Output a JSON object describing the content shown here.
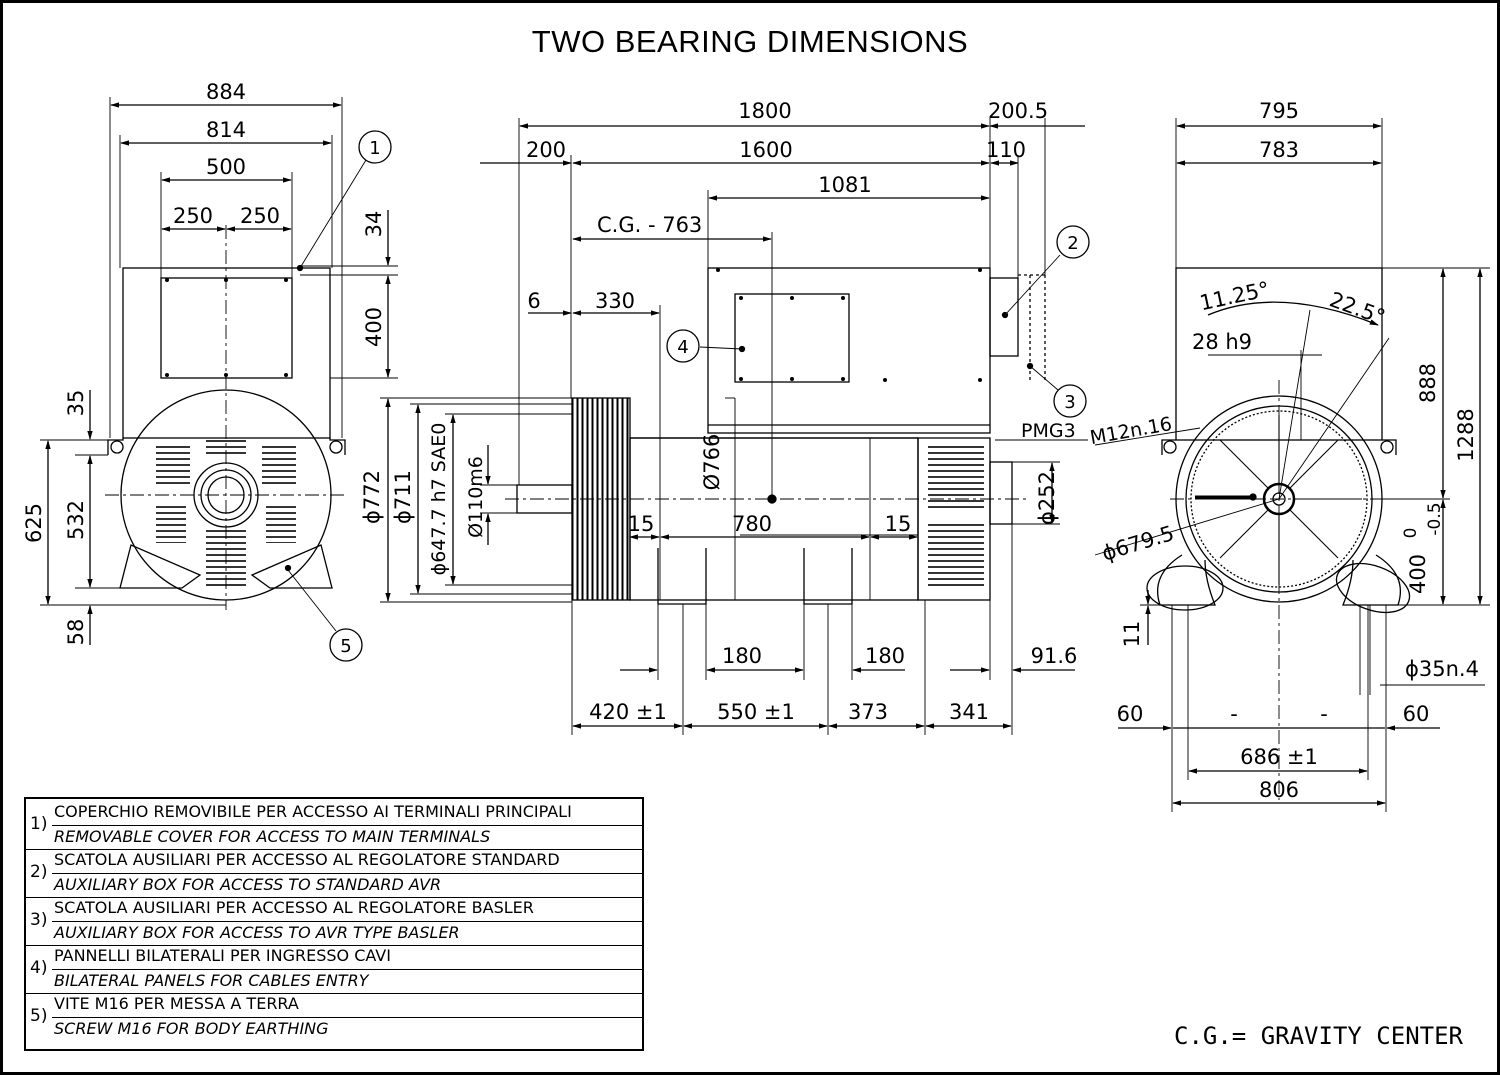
{
  "title": "TWO BEARING DIMENSIONS",
  "cg_note": "C.G.= GRAVITY CENTER",
  "legend": [
    {
      "num": "1)",
      "it": "COPERCHIO REMOVIBILE PER ACCESSO AI TERMINALI PRINCIPALI",
      "en": "REMOVABLE COVER  FOR ACCESS TO MAIN TERMINALS"
    },
    {
      "num": "2)",
      "it": "SCATOLA AUSILIARI PER ACCESSO AL REGOLATORE STANDARD",
      "en": "AUXILIARY BOX FOR ACCESS TO STANDARD AVR"
    },
    {
      "num": "3)",
      "it": "SCATOLA AUSILIARI PER ACCESSO AL REGOLATORE BASLER",
      "en": "AUXILIARY BOX FOR ACCESS TO AVR TYPE BASLER"
    },
    {
      "num": "4)",
      "it": "PANNELLI BILATERALI PER INGRESSO CAVI",
      "en": "BILATERAL PANELS FOR CABLES ENTRY"
    },
    {
      "num": "5)",
      "it": "VITE M16 PER MESSA A TERRA",
      "en": "SCREW M16 FOR BODY EARTHING"
    }
  ],
  "front_view": {
    "dims": {
      "w884": "884",
      "w814": "814",
      "w500": "500",
      "w250a": "250",
      "w250b": "250",
      "h34": "34",
      "h400": "400",
      "h35": "35",
      "h625": "625",
      "h532": "532",
      "h58": "58"
    },
    "balloons": {
      "b1": "1",
      "b5": "5"
    }
  },
  "side_view": {
    "dims": {
      "l1800": "1800",
      "l2005": "200.5",
      "l200": "200",
      "l1600": "1600",
      "l110": "110",
      "l1081": "1081",
      "cg": "C.G. -  763",
      "l6": "6",
      "l330": "330",
      "d772": "ϕ772",
      "d711": "ϕ711",
      "d6477": "ϕ647.7 h7 SAE0",
      "d110": "Ø110m6",
      "d766": "Ø766",
      "l15a": "15",
      "l780": "780",
      "l15b": "15",
      "d252": "ϕ252",
      "pmg": "PMG3",
      "l180a": "180",
      "l180b": "180",
      "l916": "91.6",
      "l420": "420 ±1",
      "l550": "550 ±1",
      "l373": "373",
      "l341": "341"
    },
    "balloons": {
      "b2": "2",
      "b3": "3",
      "b4": "4"
    }
  },
  "end_view": {
    "dims": {
      "w795": "795",
      "w783": "783",
      "a1125": "11.25°",
      "a225": "22.5°",
      "k28": "28  h9",
      "h888": "888",
      "h1288": "1288",
      "m12": "M12n.16",
      "d6795": "ϕ679.5",
      "tol0": "0",
      "tol05": "-0.5",
      "h400": "400",
      "h11": "11",
      "d35": "ϕ35n.4",
      "w60a": "60",
      "dash1": "-",
      "dash2": "-",
      "w60b": "60",
      "w686": "686 ±1",
      "w806": "806"
    }
  }
}
